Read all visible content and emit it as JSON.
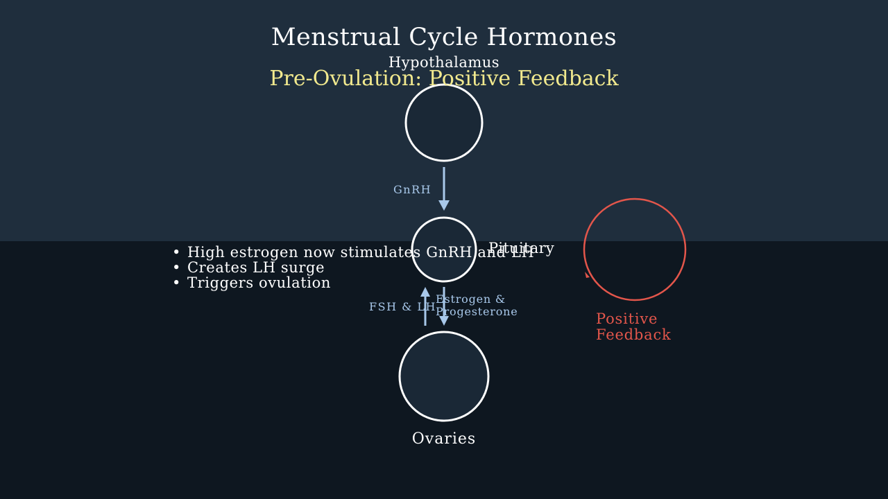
{
  "title": "Menstrual Cycle Hormones",
  "subtitle": "Pre-Ovulation: Positive Feedback",
  "nodes": {
    "hypothalamus": "Hypothalamus",
    "pituitary": "Pituitary",
    "ovaries": "Ovaries"
  },
  "hormones": {
    "gnrh": "GnRH",
    "fsh_lh": "FSH & LH",
    "estrogen_line1": "Estrogen &",
    "estrogen_line2": "Progesterone"
  },
  "bullets": [
    "High estrogen now stimulates GnRH and LH",
    "Creates LH surge",
    "Triggers ovulation"
  ],
  "feedback": {
    "line1": "Positive",
    "line2": "Feedback"
  },
  "colors": {
    "background_top": "#1f2e3d",
    "background_bottom": "#0e1720",
    "title": "#ffffff",
    "subtitle": "#f1e98e",
    "hormone_arrows": "#a8c8ea",
    "feedback": "#e3564b"
  }
}
